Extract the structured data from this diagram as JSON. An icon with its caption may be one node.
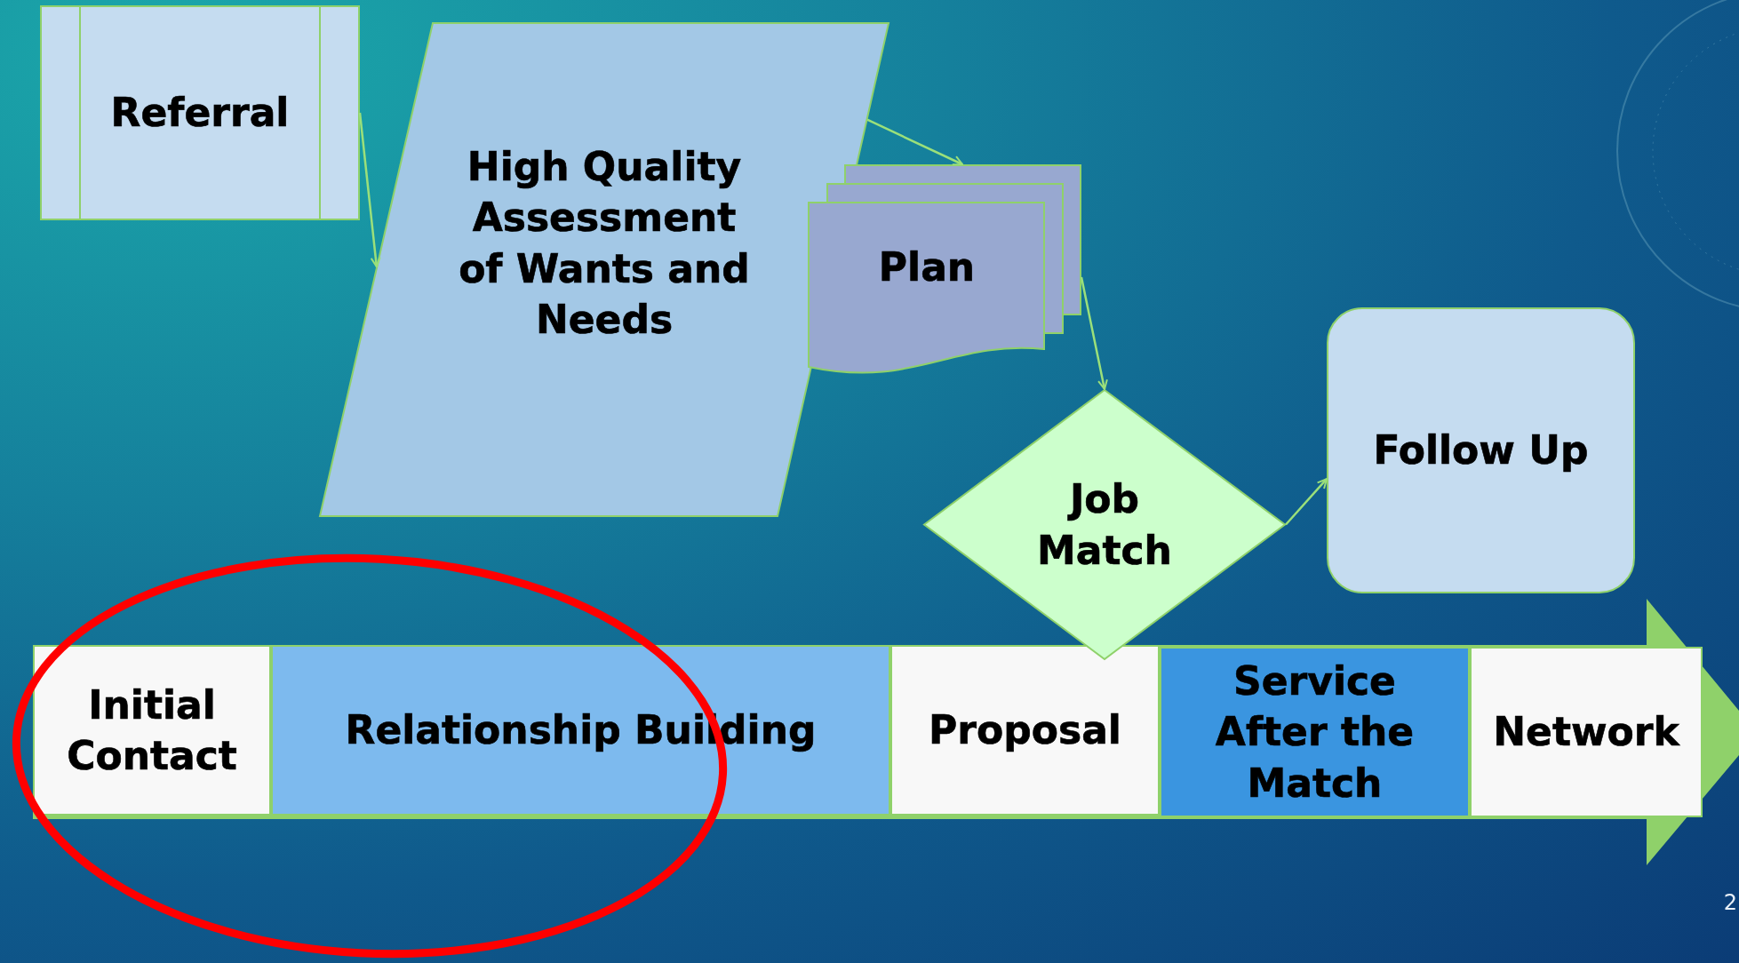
{
  "diagram": {
    "nodes": [
      {
        "text": [
          "Referral"
        ]
      },
      {
        "text": [
          "High Quality Assessment of Wants and Needs"
        ]
      },
      {
        "text": [
          "Plan"
        ]
      },
      {
        "text": [
          "Job Match"
        ]
      },
      {
        "text": [
          "Follow Up"
        ]
      },
      {
        "text": [],
        "shape": "arrow"
      },
      {
        "text": [
          "Initial Contact"
        ],
        "in": 5
      },
      {
        "text": [
          "Relationship Building"
        ],
        "in": 5
      },
      {
        "text": [
          "Proposal"
        ],
        "in": 5
      },
      {
        "text": [
          "Service After the Match"
        ],
        "in": 5
      },
      {
        "text": [
          "Network"
        ],
        "in": 5
      }
    ],
    "edges": [
      {
        "from": 0,
        "to": 1,
        "arrow": "to"
      },
      {
        "from": 1,
        "to": 2,
        "arrow": "to"
      },
      {
        "from": 2,
        "to": 3,
        "arrow": "to"
      },
      {
        "from": 3,
        "to": 4,
        "arrow": "to"
      }
    ],
    "labels": [
      "2"
    ]
  }
}
